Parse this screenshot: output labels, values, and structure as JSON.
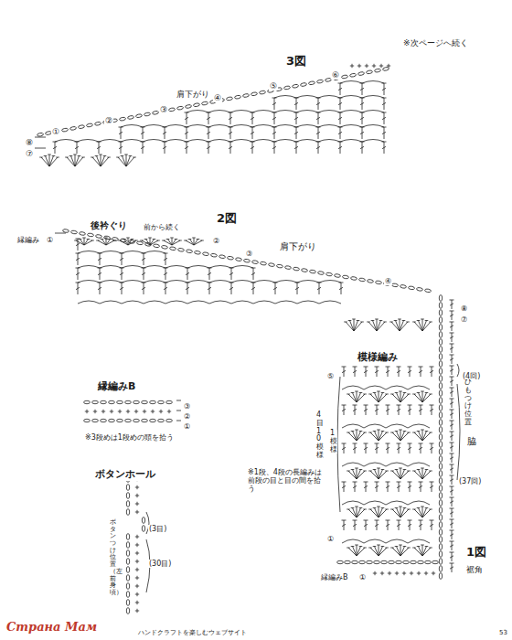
{
  "diagram": {
    "labels": [
      "※次ページへ続く",
      "3図",
      "肩下がり",
      "⑥",
      "⑤",
      "④",
      "③",
      "②",
      "①",
      "⑧",
      "⑦",
      "2図",
      "後衿ぐり",
      "前から続く",
      "縁編み",
      "①",
      "②",
      "肩下がり",
      "③",
      "④",
      "⑧",
      "⑦",
      "模様編み",
      "(4回)",
      "ひもつけ位置",
      "脇",
      "(37回)",
      "1図",
      "裾角",
      "4目10模様",
      "1模様",
      "※1段、4段の長編みは前段の目と目の間を拾う",
      "⑤",
      "①",
      "縁編みB",
      "①",
      "縁編みB",
      "③",
      "②",
      "①",
      "※3段めは1段めの頭を拾う",
      "ボタンホール",
      "(3目)",
      "(30目)",
      "ボタンつけ位置（左前身頃）",
      "ハンドクラフトを楽しむウェブサイト",
      "53",
      "Страна Мам"
    ]
  }
}
